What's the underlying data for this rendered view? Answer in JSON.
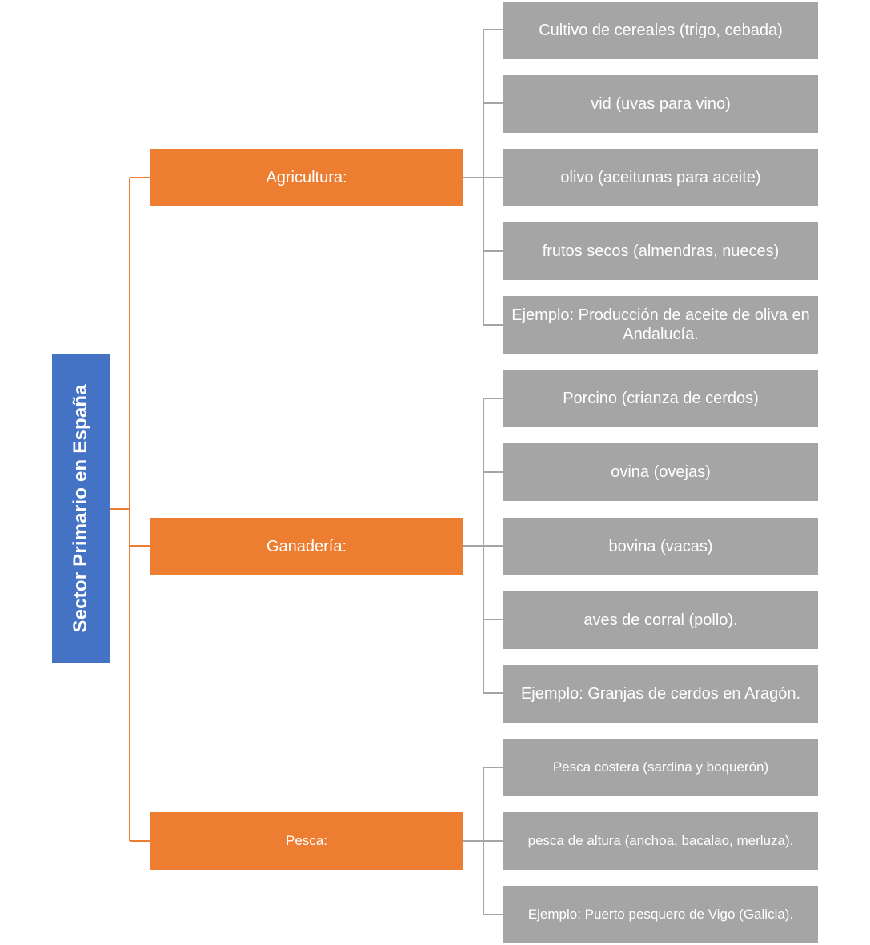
{
  "root": {
    "label": "Sector Primario en España"
  },
  "categories": [
    {
      "label": "Agricultura:",
      "items": [
        "Cultivo de cereales (trigo, cebada)",
        "vid (uvas para vino)",
        "olivo (aceitunas para aceite)",
        "frutos secos (almendras, nueces)",
        "Ejemplo: Producción de aceite de oliva en Andalucía."
      ]
    },
    {
      "label": "Ganadería:",
      "items": [
        "Porcino (crianza de cerdos)",
        "ovina (ovejas)",
        "bovina (vacas)",
        "aves de corral (pollo).",
        "Ejemplo: Granjas de cerdos en Aragón."
      ]
    },
    {
      "label": "Pesca:",
      "items": [
        "Pesca costera (sardina y boquerón)",
        "pesca de altura (anchoa, bacalao, merluza).",
        "Ejemplo: Puerto pesquero de Vigo  (Galicia)."
      ]
    }
  ],
  "colors": {
    "root": "#4472c4",
    "category": "#ed7d31",
    "item": "#a5a5a5",
    "root_connector": "#ed7d31",
    "item_connector": "#a5a5a5"
  }
}
